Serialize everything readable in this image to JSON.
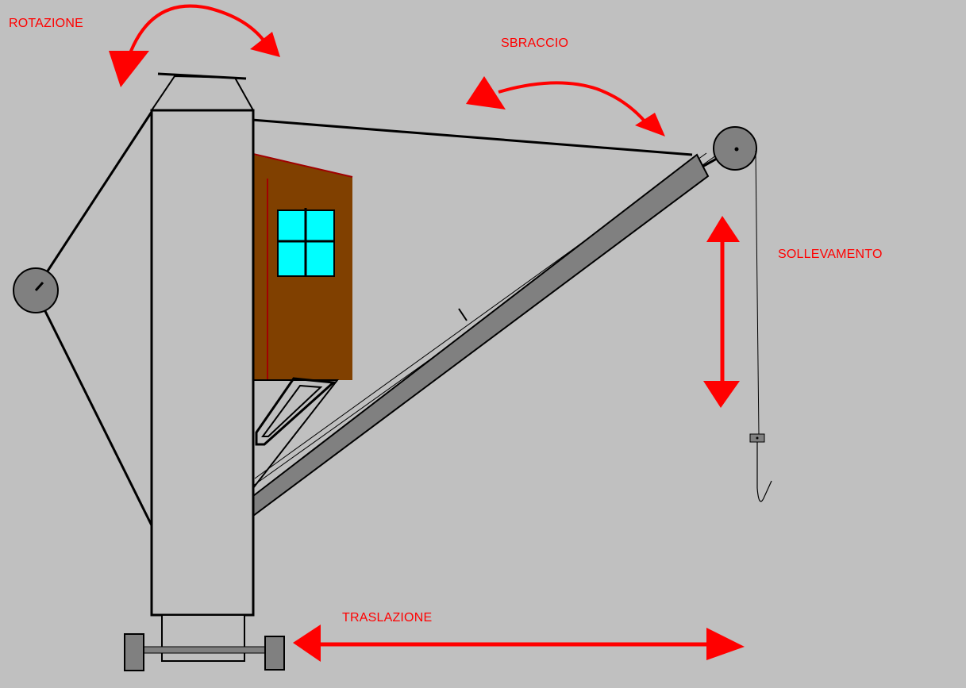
{
  "labels": {
    "rotation": "ROTAZIONE",
    "reach": "SBRACCIO",
    "lifting": "SOLLEVAMENTO",
    "travel": "TRASLAZIONE"
  },
  "colors": {
    "background": "#c0c0c0",
    "arrow": "#ff0000",
    "structure": "#000000",
    "cabin": "#804000",
    "window": "#00ffff",
    "boom": "#808080",
    "pulley": "#808080"
  }
}
